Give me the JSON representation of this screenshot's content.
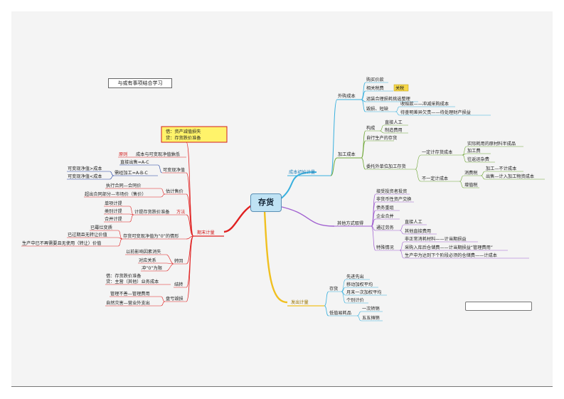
{
  "title": "与或有事项结合学习",
  "center": "存货",
  "branches": {
    "initial": "成本初始计量",
    "subsequent": "期末计量",
    "issue": "发出计量"
  },
  "initial": {
    "purchase": "外购成本",
    "purchase_items": [
      "购买价款",
      "相关税费",
      "运装合理损耗挑选整理",
      "毁损、短缺"
    ],
    "tax_tag": "关税",
    "shortage": [
      "收赔款——冲减采购成本",
      "待查明差异欠责——待处理财产损益"
    ],
    "processing": "加工成本",
    "composition": "构成",
    "composition_items": [
      "直接人工",
      "制造费用"
    ],
    "self_produced": "自行生产的存货",
    "entrusted": "委托外单位加工存货",
    "consumption_tax": "一定计存货成本",
    "consumption_tax_items": [
      "实际耗用的原材料半成品",
      "加工费",
      "往返运杂费"
    ],
    "not_included": "不一定计成本",
    "excise_tax": "消费税",
    "excise_items": [
      "加工—不计成本",
      "出售—计入加工物资成本"
    ],
    "vat": "增值税",
    "other": "其他方式取得",
    "other_items": [
      "接受投资者投资",
      "非货币性资产交换",
      "债务重组",
      "企业合并",
      "通过劳务",
      "特殊情况"
    ],
    "labor_items": [
      "直接人工",
      "其他直接费用"
    ],
    "special_items": [
      "非正常消耗材料——计当期损益",
      "采购入库后仓储费——计当期损益“管理费用”",
      "生产中为达到下个阶段必须的仓储费——计成本"
    ]
  },
  "subsequent": {
    "loss_box": [
      "借：资产减值损失",
      "贷：存货跌价准备"
    ],
    "principle_label": "原则",
    "principle": "成本与可变现净值孰低",
    "direct_sale": "直接出售=A-C",
    "nrv": "可变现净值",
    "nrv_left": [
      "可变现净值>成本",
      "可变现净值<成本"
    ],
    "processing_formula": "需经加工=A-B-C",
    "estimate": "估计售价",
    "contract": "执行合同—合同价",
    "excess": "超出合同部分—市场价（售价）",
    "provision": "计提存货跌价准备",
    "methods_tag": "方法",
    "methods": [
      "单项计提",
      "类别计提",
      "合并计提"
    ],
    "nrv_zero": "存货可变现净值为“0”的情形",
    "zero_items": [
      "已霉烂变质",
      "已过期且无转让价值",
      "生产中已不再需要且无使用（转让）价值"
    ],
    "reversal": "转回",
    "reversal_items": [
      "以前影响因素消失",
      "对应关系",
      "冲“0”为限"
    ],
    "carryover": "结转",
    "carryover_items": [
      "借：存货跌价准备",
      "贷：主营（其他）业务成本"
    ],
    "inventory_loss": "盘亏毁损",
    "loss_items": [
      "管理不善—管理费用",
      "自然灾害—营业外支出"
    ]
  },
  "issue": {
    "inventory": "存货",
    "methods": [
      "先进先出",
      "移动加权平均",
      "月末一次加权平均",
      "个别计价"
    ],
    "low_value": "低值易耗品",
    "low_items": [
      "一次转销",
      "五五摊销"
    ]
  },
  "colors": {
    "initial": "#38b0de",
    "subsequent": "#e02020",
    "issue": "#f0c020",
    "other": "#a060d0",
    "processing": "#70a838"
  }
}
